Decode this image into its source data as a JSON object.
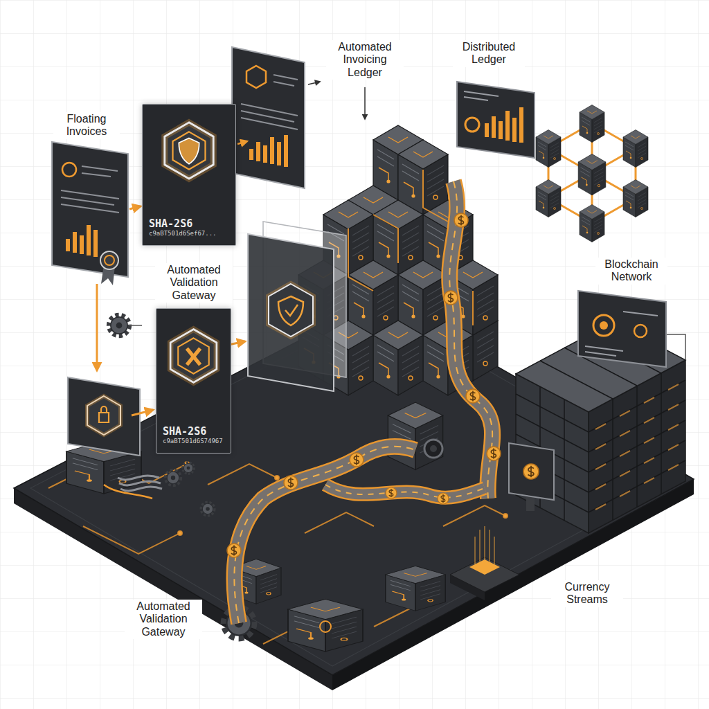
{
  "diagram": {
    "nodes": [
      {
        "text": [
          "SHA-2S6",
          "c9aBT501d6Sef67..."
        ]
      },
      {
        "text": [
          "SHA-2S6",
          "c9aBT501d6S74967"
        ]
      }
    ],
    "labels": [
      "Floating Invoices",
      "Automated Invoicing Ledger",
      "Distributed Ledger",
      "Automated Validation Gateway",
      "Blockchain Network",
      "Automated Validation Gateway",
      "Currency Streams"
    ]
  }
}
